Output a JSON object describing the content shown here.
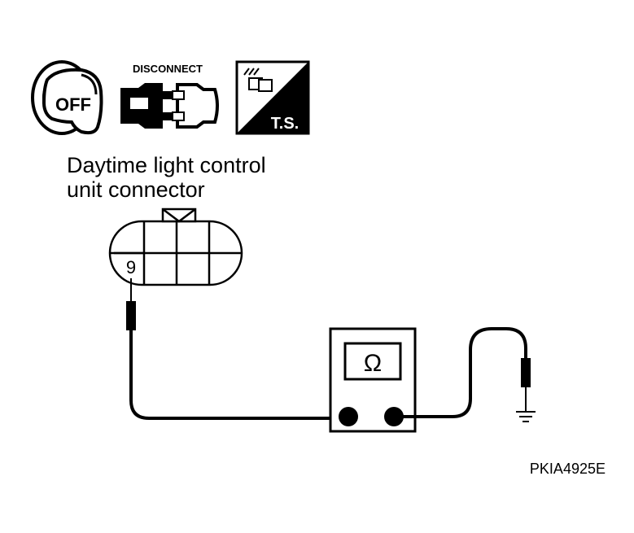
{
  "icons": {
    "ignition": {
      "icon": "ignition-key-off-icon",
      "text": "OFF"
    },
    "disconnect": {
      "icon": "connector-disconnect-icon",
      "text": "DISCONNECT"
    },
    "terminal_side": {
      "icon": "terminal-side-icon",
      "text": "T.S."
    }
  },
  "connector": {
    "title_line1": "Daytime light control",
    "title_line2": "unit connector",
    "terminal": "9"
  },
  "meter": {
    "symbol": "Ω"
  },
  "figure_code": "PKIA4925E",
  "colors": {
    "ink": "#000000",
    "background": "#ffffff"
  }
}
